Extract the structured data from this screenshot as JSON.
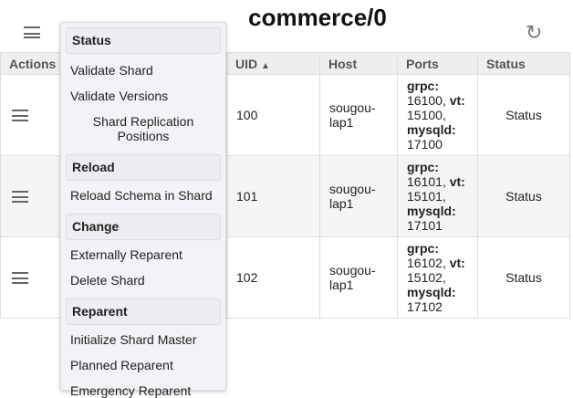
{
  "header": {
    "title": "commerce/0",
    "menu_icon": "hamburger-icon",
    "refresh_icon": "refresh-icon"
  },
  "table": {
    "columns": [
      "Actions",
      "UID",
      "Host",
      "Ports",
      "Status"
    ],
    "sort_icon": "sort-icon",
    "rows": [
      {
        "uid": "100",
        "host": "sougou-lap1",
        "grpc": "16100",
        "vt": "15100",
        "mysqld": "17100",
        "status": "Status"
      },
      {
        "uid": "101",
        "host": "sougou-lap1",
        "grpc": "16101",
        "vt": "15101",
        "mysqld": "17101",
        "status": "Status"
      },
      {
        "uid": "102",
        "host": "sougou-lap1",
        "grpc": "16102",
        "vt": "15102",
        "mysqld": "17102",
        "status": "Status"
      }
    ],
    "port_labels": {
      "grpc": "grpc:",
      "vt": "vt:",
      "mysqld": "mysqld:"
    }
  },
  "menu": {
    "status": "Status",
    "validate_shard": "Validate Shard",
    "validate_versions": "Validate Versions",
    "shard_replication": "Shard Replication Positions",
    "reload": "Reload",
    "reload_schema": "Reload Schema in Shard",
    "change": "Change",
    "externally_reparent": "Externally Reparent",
    "delete_shard": "Delete Shard",
    "reparent": "Reparent",
    "init_master": "Initialize Shard Master",
    "planned": "Planned Reparent",
    "emergency": "Emergency Reparent"
  }
}
